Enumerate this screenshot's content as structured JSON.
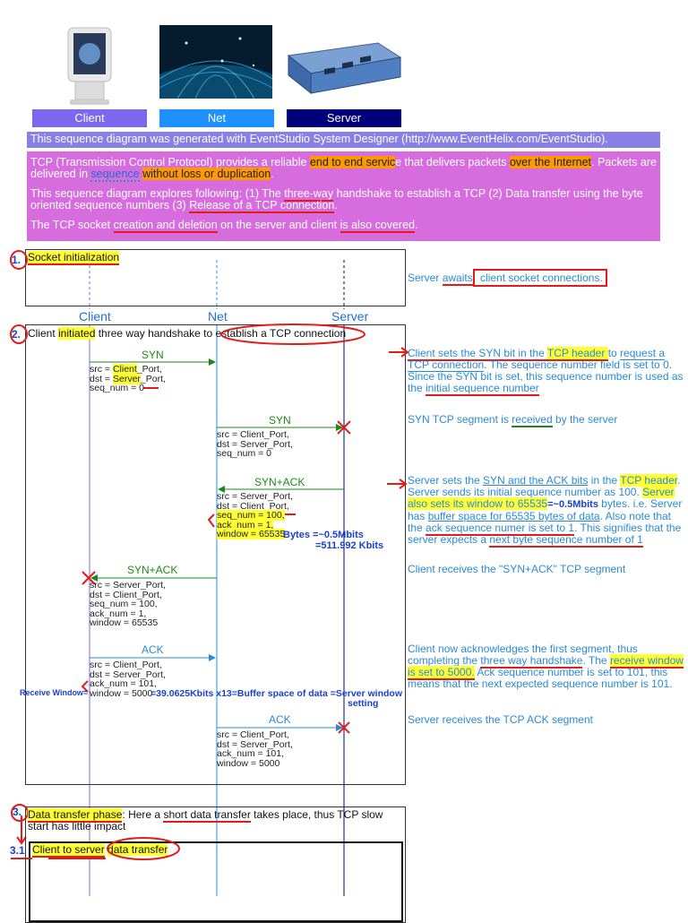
{
  "header": {
    "client_label": "Client",
    "net_label": "Net",
    "server_label": "Server",
    "colors": {
      "client": "#7b68ee",
      "net": "#1e90ff",
      "server": "#00007a"
    }
  },
  "intro": {
    "generated": "This sequence diagram was generated with EventStudio System Designer (http://www.EventHelix.com/EventStudio).",
    "p1_a": "TCP (Transmission Control Protocol) provides a reliable ",
    "p1_b": "end to end servic",
    "p1_c": "e that delivers packets ",
    "p1_d": "over the Internet",
    "p1_e": ". Packets are delivered in ",
    "p1_f": "sequence",
    "p1_g": " ",
    "p1_h": "without loss or duplication",
    "p1_i": ".",
    "p2_a": "This sequence diagram explores following: (1) The ",
    "p2_b": "three-way",
    "p2_c": " handshake to establish a TCP (2) Data transfer using the byte oriented sequence numbers (3) ",
    "p2_d": "Release of a  TCP connection",
    "p2_e": ".",
    "p3_a": "The TCP socket ",
    "p3_b": "creation and deletion",
    "p3_c": " on the server and client ",
    "p3_d": "is also covered",
    "p3_e": "."
  },
  "section1": {
    "num": "1.",
    "title": "Socket initialization",
    "note_a": "Server ",
    "note_b": "awaits",
    "note_c": " client socket connections."
  },
  "lifelines": {
    "client": "Client",
    "net": "Net",
    "server": "Server"
  },
  "section2": {
    "num": "2.",
    "title_a": "Client ",
    "title_b": "initiated",
    "title_c": " three way handshake to establish a TCP connection"
  },
  "messages": {
    "syn1": {
      "label": "SYN",
      "p1a": "src = ",
      "p1b": "Client",
      "p1c": "_Port,",
      "p2a": "dst = ",
      "p2b": "Server",
      "p2c": "_Port,",
      "p3": "seq_num = 0"
    },
    "syn2": {
      "label": "SYN",
      "p1": "src = Client_Port,",
      "p2": "dst = Server_Port,",
      "p3": "seq_num = 0"
    },
    "synack1": {
      "label": "SYN+ACK",
      "p1": "src = Server_Port,",
      "p2": "dst = Client_Port,",
      "p3": "seq_num = 100,",
      "p4": "ack_num = 1,",
      "p5": "window = 65535"
    },
    "synack2": {
      "label": "SYN+ACK",
      "p1": "src = Server_Port,",
      "p2": "dst = Client_Port,",
      "p3": "seq_num = 100,",
      "p4": "ack_num = 1,",
      "p5": "window = 65535"
    },
    "ack1": {
      "label": "ACK",
      "p1": "src = Client_Port,",
      "p2": "dst = Server_Port,",
      "p3": "ack_num = 101,",
      "p4": "window = 5000"
    },
    "ack2": {
      "label": "ACK",
      "p1": "src = Client_Port,",
      "p2": "dst = Server_Port,",
      "p3": "ack_num = 101,",
      "p4": "window = 5000"
    }
  },
  "annotations": {
    "bytes_a": "Bytes =~0.5Mbits",
    "bytes_b": "=511.992 Kbits",
    "recv_window": "Receive Window=",
    "kbits": "=39.0625Kbits x13=Buffer space of data =Server window",
    "setting": "setting",
    "half_mbits": "=~0.5Mbits"
  },
  "notes": {
    "n1_a": "Client sets the SYN bit in the ",
    "n1_b": "TCP header ",
    "n1_c": "to ",
    "n1_d": "request a TCP connection",
    "n1_e": ". The sequence number field is set to 0. Since the SYN bit is set, this sequence number is used as the ",
    "n1_f": "initial sequence number",
    "n2_a": "SYN TCP segment is ",
    "n2_b": "received",
    "n2_c": " by the server",
    "n3_a": "Server sets the ",
    "n3_b": "SYN and the ACK bits",
    "n3_c": " in the ",
    "n3_d": "TCP header",
    "n3_e": ". Server sends its initial sequence number as 100. ",
    "n3_f": "Server also sets its window to 65535",
    "n3_g": " bytes. i.e. Server has ",
    "n3_h": "buffer space for 65535 bytes of data",
    "n3_i": ". Also note that the ",
    "n3_j": "ack sequence numer is set to 1",
    "n3_k": ". This signifies that the server expects a ",
    "n3_l": "next byte sequence number of 1",
    "n4": "Client receives the \"SYN+ACK\" TCP segment",
    "n5_a": "Client now acknowledges the first segment, thus completing the ",
    "n5_b": "three way handshake",
    "n5_c": ". The ",
    "n5_d": "receive window is set to 5000.",
    "n5_e": " Ack sequence number is set to 101, this means that the next expected sequence number is 101.",
    "n6": "Server receives the TCP ACK segment"
  },
  "section3": {
    "num": "3.",
    "title_a": "Data transfer phase",
    "title_b": ": Here a ",
    "title_c": "short data transfer",
    "title_d": " takes place, thus TCP slow start has little impact"
  },
  "section31": {
    "num": "3.1",
    "title_a": "Client to server",
    "title_b": " ",
    "title_c": "data transfer"
  }
}
